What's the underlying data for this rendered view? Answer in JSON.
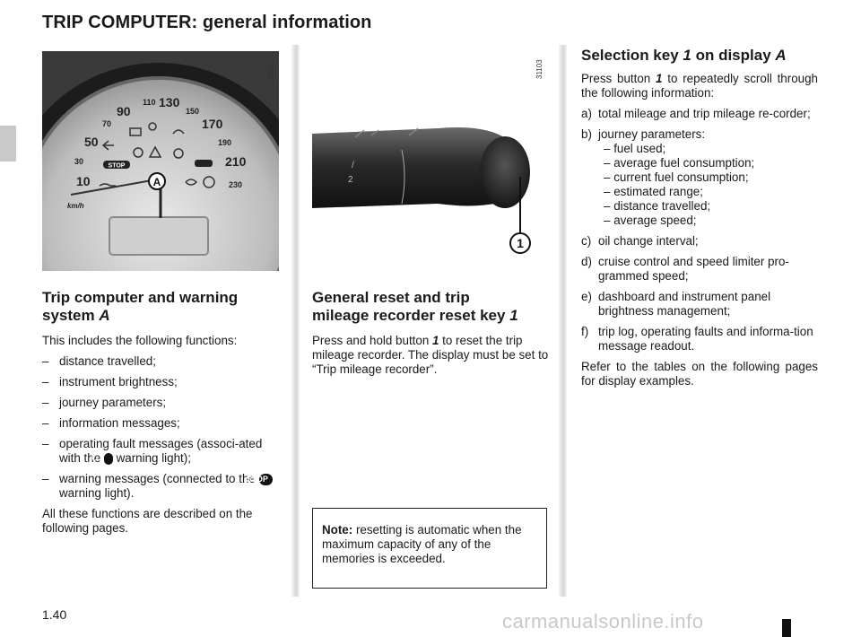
{
  "page_title": "TRIP COMPUTER: general information",
  "page_number": "1.40",
  "watermark": "carmanualsonline.info",
  "fig1_ref": "31167",
  "fig2_ref": "31103",
  "fig1_callout": "A",
  "fig2_callout": "1",
  "gauge": {
    "speeds": [
      "10",
      "30",
      "50",
      "70",
      "90",
      "110",
      "130",
      "150",
      "170",
      "190",
      "210",
      "230"
    ],
    "unit": "km/h",
    "stop_label": "STOP"
  },
  "col1": {
    "heading_line1": "Trip computer and warning",
    "heading_line2": "system ",
    "heading_em": "A",
    "intro": "This includes the following functions:",
    "items": [
      "distance travelled;",
      "instrument brightness;",
      "journey parameters;",
      "information messages;"
    ],
    "item5_pre": "operating fault messages (associ-ated with the ",
    "item5_post": " warning light);",
    "item6_pre": "warning messages (connected to the ",
    "item6_post": " warning light).",
    "stop_badge": "STOP",
    "closing": "All these functions are described on the following pages."
  },
  "col2": {
    "heading_line1": "General reset and trip",
    "heading_line2": "mileage recorder reset key ",
    "heading_em": "1",
    "body_pre": "Press and hold button ",
    "body_em": "1",
    "body_post": " to reset the trip mileage recorder. The display must be set to “Trip mileage recorder”.",
    "note_label": "Note:",
    "note_text": " resetting is automatic when the maximum capacity of any of the memories is exceeded."
  },
  "col3": {
    "heading_pre": "Selection key ",
    "heading_em1": "1",
    "heading_mid": " on display ",
    "heading_em2": "A",
    "intro_pre": "Press button ",
    "intro_em": "1",
    "intro_post": " to repeatedly scroll through the following information:",
    "a_label": "a)",
    "a_text": "total mileage and trip mileage re-corder;",
    "b_label": "b)",
    "b_text": "journey parameters:",
    "b_sub": [
      "fuel used;",
      "average fuel consumption;",
      "current fuel consumption;",
      "estimated range;",
      "distance travelled;",
      "average speed;"
    ],
    "c_label": "c)",
    "c_text": "oil change interval;",
    "d_label": "d)",
    "d_text": "cruise control and speed limiter pro-grammed speed;",
    "e_label": "e)",
    "e_text": "dashboard and instrument panel brightness management;",
    "f_label": "f)",
    "f_text": "trip log, operating faults and informa-tion message readout.",
    "closing": "Refer to the tables on the following pages for display examples."
  },
  "dash_char": "–"
}
